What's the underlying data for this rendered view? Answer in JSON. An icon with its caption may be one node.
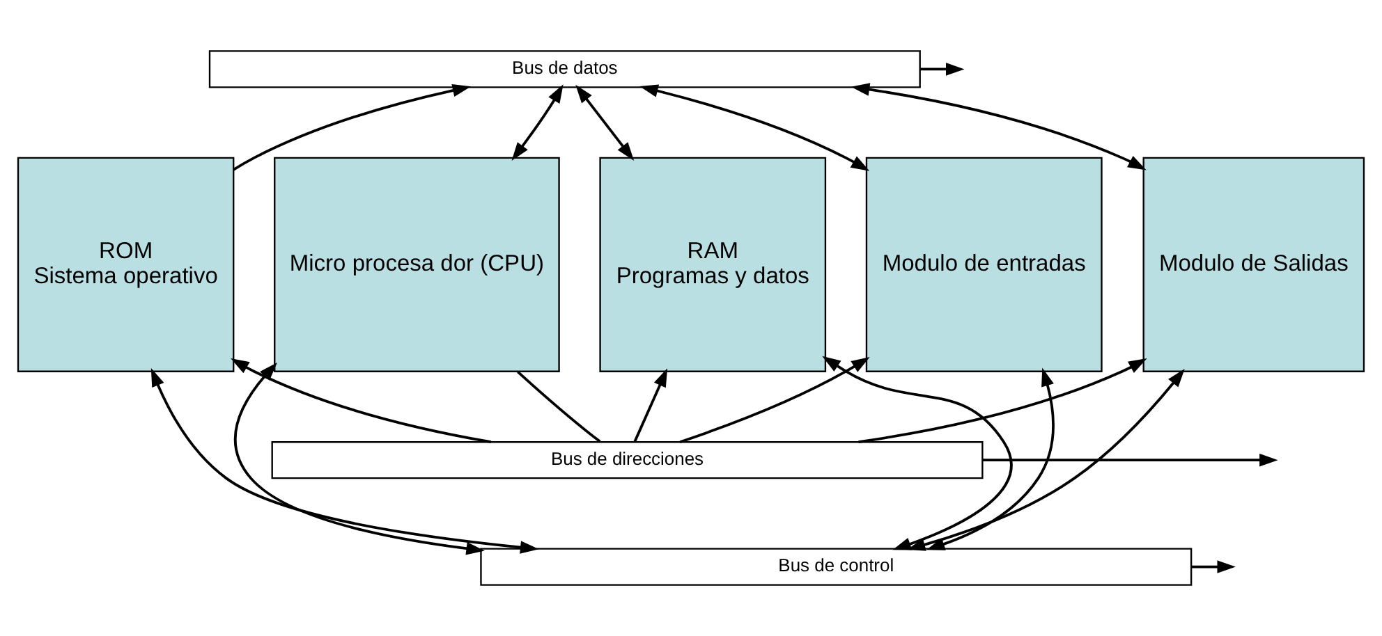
{
  "diagram": {
    "nodes": [
      {
        "text": [
          "Bus de datos"
        ]
      },
      {
        "text": [
          "Micro procesa dor (CPU)"
        ]
      },
      {
        "text": [
          "ROM",
          "Sistema operativo"
        ]
      },
      {
        "text": [
          "RAM",
          "Programas y datos"
        ]
      },
      {
        "text": [
          "Modulo de entradas"
        ]
      },
      {
        "text": [
          "Modulo de Salidas"
        ]
      },
      {
        "text": [
          "Bus de direcciones"
        ]
      },
      {
        "text": [
          "Bus de control"
        ]
      }
    ],
    "edges": [
      {
        "from": 0,
        "to": null,
        "arrow": "to"
      },
      {
        "from": 1,
        "to": 0,
        "arrow": "both"
      },
      {
        "from": 2,
        "to": 0,
        "arrow": "to"
      },
      {
        "from": 3,
        "to": 0,
        "arrow": "both"
      },
      {
        "from": 4,
        "to": 0,
        "arrow": "both"
      },
      {
        "from": 5,
        "to": 0,
        "arrow": "both"
      },
      {
        "from": 1,
        "to": 6,
        "arrow": "none"
      },
      {
        "from": 6,
        "to": null,
        "arrow": "to"
      },
      {
        "from": 6,
        "to": 2,
        "arrow": "to"
      },
      {
        "from": 6,
        "to": 3,
        "arrow": "to"
      },
      {
        "from": 6,
        "to": 4,
        "arrow": "to"
      },
      {
        "from": 6,
        "to": 5,
        "arrow": "to"
      },
      {
        "from": 1,
        "to": 7,
        "arrow": "both"
      },
      {
        "from": 7,
        "to": null,
        "arrow": "to"
      },
      {
        "from": 7,
        "to": 2,
        "arrow": "both"
      },
      {
        "from": 7,
        "to": 3,
        "arrow": "both"
      },
      {
        "from": 7,
        "to": 4,
        "arrow": "both"
      },
      {
        "from": 7,
        "to": 5,
        "arrow": "both"
      }
    ]
  }
}
